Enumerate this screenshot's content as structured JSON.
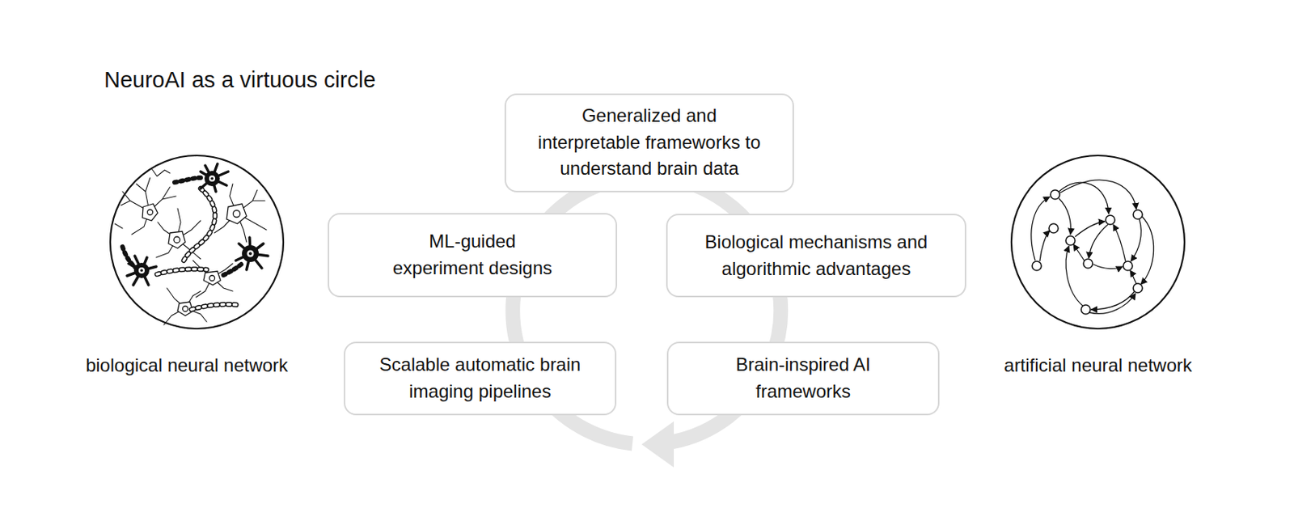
{
  "diagram": {
    "title": "NeuroAI as a virtuous circle",
    "nodes": [
      {
        "text": [
          "Generalized and interpretable frameworks to understand brain data"
        ]
      },
      {
        "text": [
          "ML-guided experiment designs"
        ]
      },
      {
        "text": [
          "Biological mechanisms and algorithmic advantages"
        ]
      },
      {
        "text": [
          "Scalable automatic brain imaging pipelines"
        ]
      },
      {
        "text": [
          "Brain-inspired AI frameworks"
        ]
      }
    ],
    "labels": [
      "biological neural network",
      "artificial neural network"
    ]
  }
}
